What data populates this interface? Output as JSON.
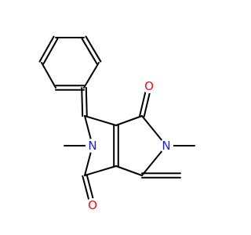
{
  "colors": {
    "background": "#ffffff",
    "bond": "#000000",
    "nitrogen": "#1a1aff",
    "oxygen": "#ff0d0d"
  },
  "molecule": {
    "atoms": [
      {
        "id": "O1",
        "symbol": "O",
        "element": "oxygen"
      },
      {
        "id": "O2",
        "symbol": "O",
        "element": "oxygen"
      },
      {
        "id": "N1",
        "symbol": "N",
        "element": "nitrogen"
      },
      {
        "id": "N2",
        "symbol": "N",
        "element": "nitrogen"
      }
    ]
  }
}
